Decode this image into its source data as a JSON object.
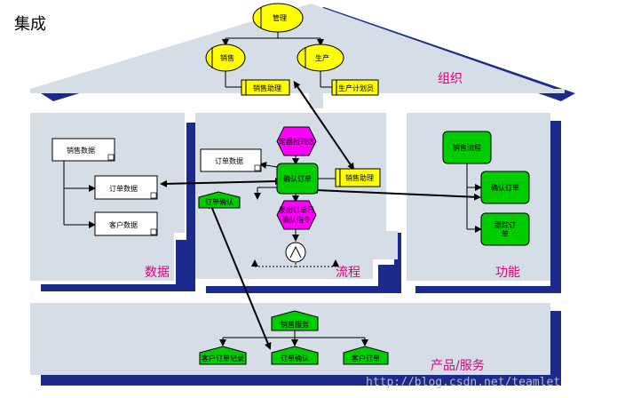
{
  "title": "集成",
  "sections": {
    "organization": "组织",
    "data": "数据",
    "process": "流程",
    "function": "功能",
    "product_service": "产品/服务"
  },
  "org": {
    "management": "管理",
    "sales": "销售",
    "production": "生产",
    "sales_assistant": "销售助理",
    "production_planner": "生产计划员"
  },
  "data_view": {
    "sales_data": "销售数据",
    "order_data": "订单数据",
    "customer_data": "客户数据"
  },
  "process_view": {
    "order_data": "订单数据",
    "event_start": "定器报到达",
    "confirm_order_func": "确认订单",
    "sales_assistant": "销售助理",
    "order_confirm": "订单确认",
    "event_end_line1": "发出订单已",
    "event_end_line2": "确认指令"
  },
  "function_view": {
    "sales_process": "销售流程",
    "confirm_order": "确认订单",
    "track_line1": "跟踪订",
    "track_line2": "单"
  },
  "product_view": {
    "sales_service": "销售服务",
    "customer_order_record": "客户订单记录",
    "order_confirm": "订单确认",
    "customer_order": "客户订单"
  },
  "watermark": "http://blog.csdn.net/teamlet",
  "colors": {
    "navy": "#1c2a8c",
    "panel": "#d5dde6",
    "yellow": "#ffff00",
    "green": "#00cc00",
    "magenta": "#ff00ff",
    "pink_text": "#e0007a"
  }
}
